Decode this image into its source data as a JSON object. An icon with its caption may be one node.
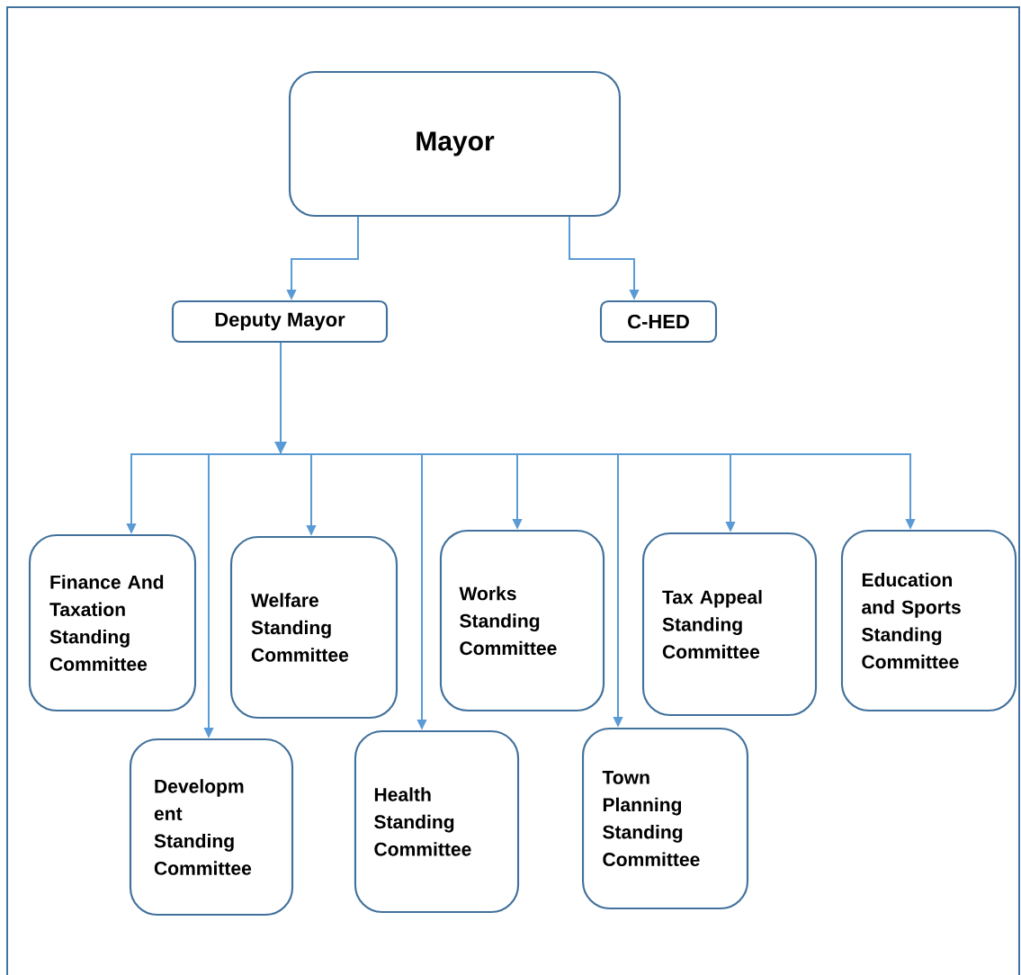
{
  "diagram": {
    "nodes": [
      {
        "text": [
          "Mayor"
        ]
      },
      {
        "text": [
          "Deputy Mayor"
        ]
      },
      {
        "text": [
          "C-HED"
        ]
      },
      {
        "text": [
          "Finance And Taxation Standing Committee"
        ]
      },
      {
        "text": [
          "Developm ent Standing Committee"
        ]
      },
      {
        "text": [
          "Welfare Standing Committee"
        ]
      },
      {
        "text": [
          "Health Standing Committee"
        ]
      },
      {
        "text": [
          "Works Standing Committee"
        ]
      },
      {
        "text": [
          "Town Planning Standing Committee"
        ]
      },
      {
        "text": [
          "Tax Appeal Standing Committee"
        ]
      },
      {
        "text": [
          "Education and Sports Standing Committee"
        ]
      }
    ],
    "edges": [
      {
        "from": 0,
        "to": 1,
        "arrow": "to"
      },
      {
        "from": 0,
        "to": 2,
        "arrow": "to"
      },
      {
        "from": 1,
        "to": 3,
        "arrow": "to"
      },
      {
        "from": 1,
        "to": 4,
        "arrow": "to"
      },
      {
        "from": 1,
        "to": 5,
        "arrow": "to"
      },
      {
        "from": 1,
        "to": 6,
        "arrow": "to"
      },
      {
        "from": 1,
        "to": 7,
        "arrow": "to"
      },
      {
        "from": 1,
        "to": 8,
        "arrow": "to"
      },
      {
        "from": 1,
        "to": 9,
        "arrow": "to"
      },
      {
        "from": 1,
        "to": 10,
        "arrow": "to"
      }
    ]
  }
}
